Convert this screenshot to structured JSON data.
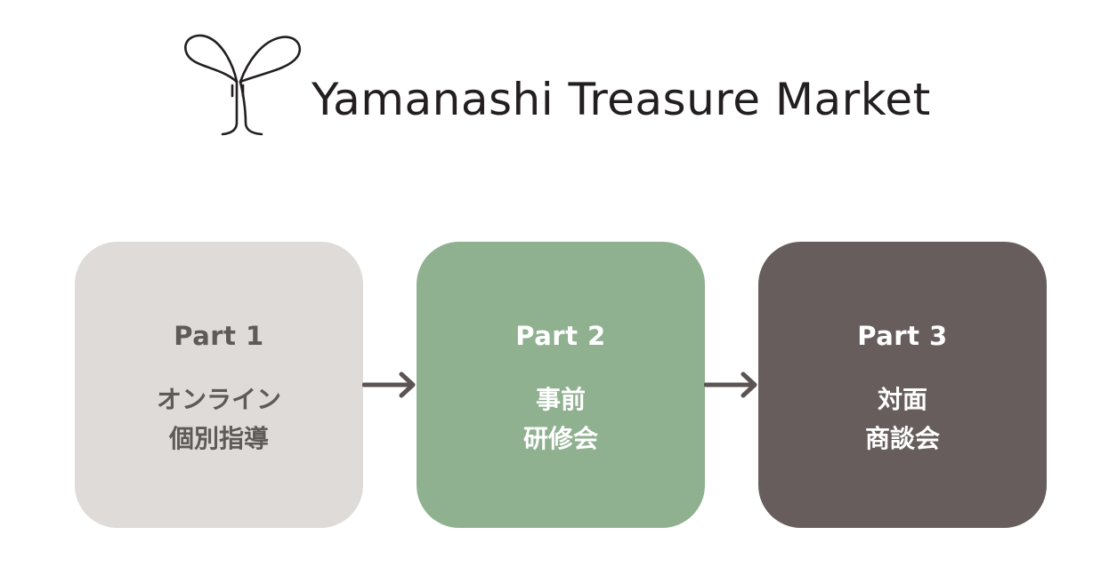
{
  "logo": {
    "brand_text": "Yamanashi Treasure Market",
    "icon": "ribbon-sprout-icon"
  },
  "steps": [
    {
      "part": "Part 1",
      "lines": [
        "オンライン",
        "個別指導"
      ],
      "bg_color": "#dedbd8",
      "text_color": "#5e5a58"
    },
    {
      "part": "Part 2",
      "lines": [
        "事前",
        "研修会"
      ],
      "bg_color": "#8fb190",
      "text_color": "#ffffff"
    },
    {
      "part": "Part 3",
      "lines": [
        "対面",
        "商談会"
      ],
      "bg_color": "#675d5d",
      "text_color": "#ffffff"
    }
  ],
  "arrow_color": "#5b5453",
  "arrow_icon": "right-arrow-icon"
}
